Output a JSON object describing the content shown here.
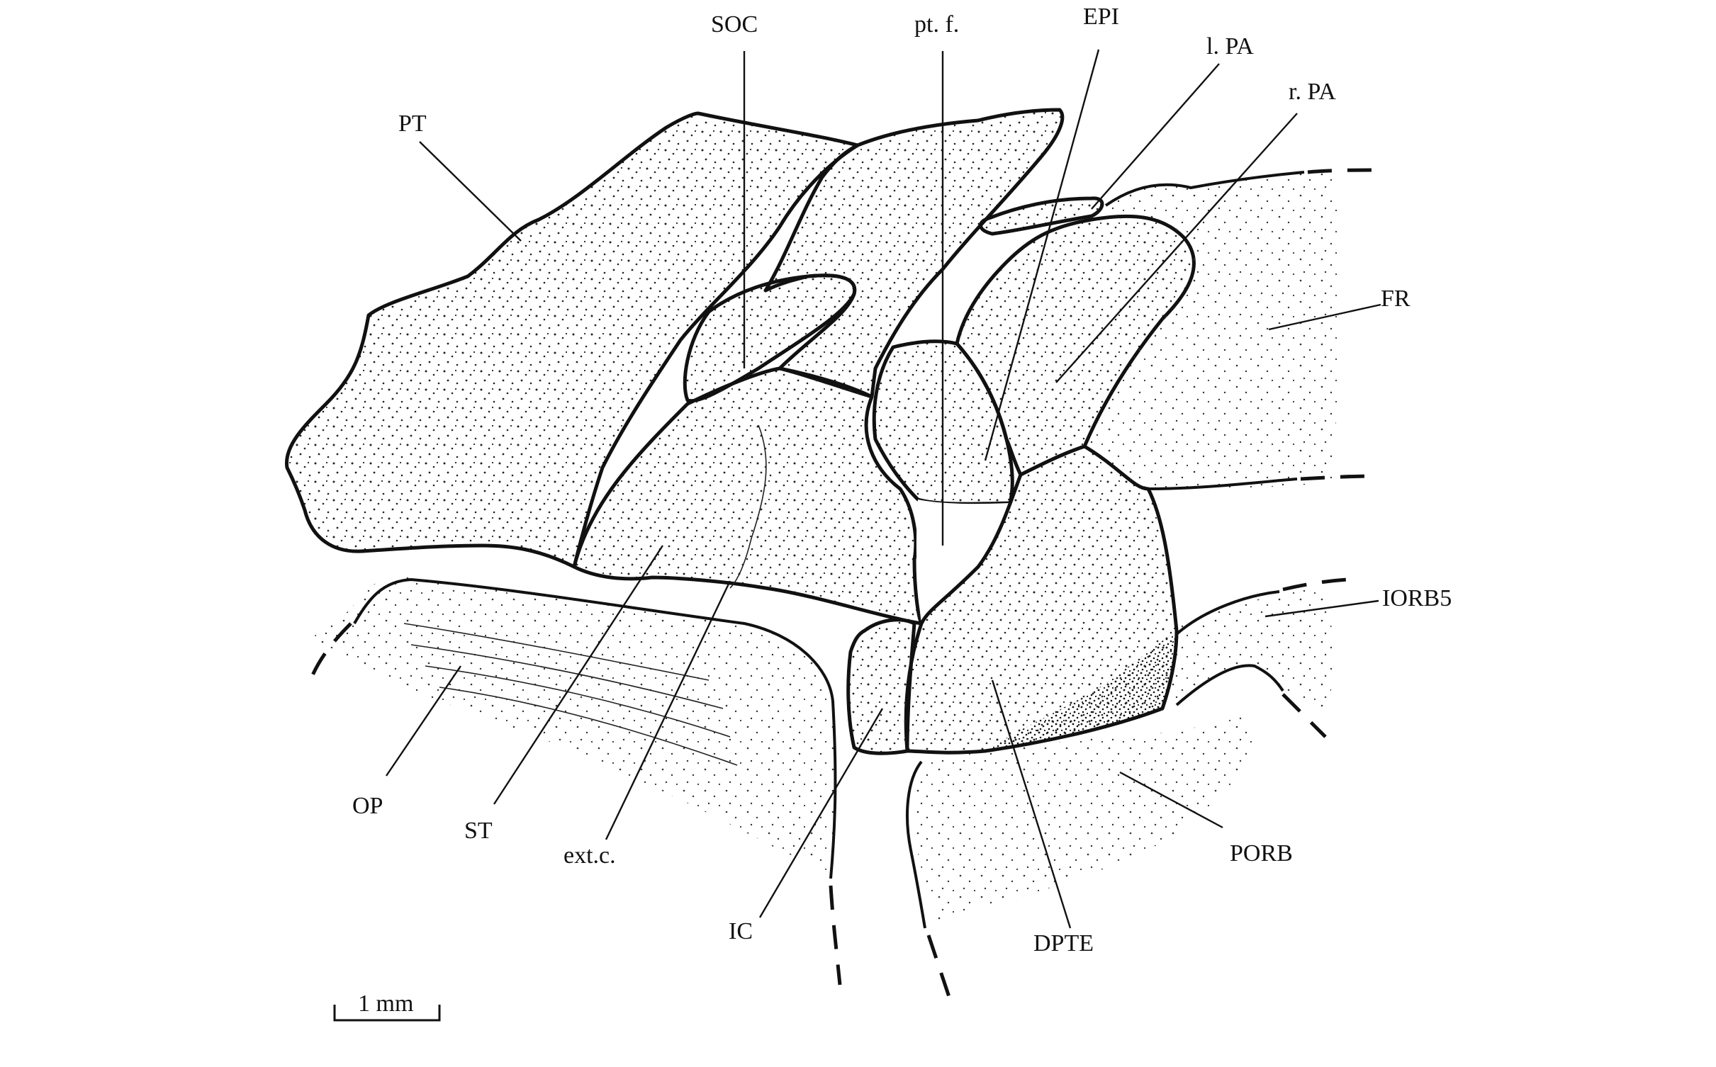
{
  "labels": {
    "pt": "PT",
    "soc": "SOC",
    "ptf": "pt. f.",
    "epi": "EPI",
    "lpa": "l. PA",
    "rpa": "r. PA",
    "fr": "FR",
    "iorb5": "IORB5",
    "porb": "PORB",
    "dpte": "DPTE",
    "ic": "IC",
    "extc": "ext.c.",
    "st": "ST",
    "op": "OP"
  },
  "scale_bar": {
    "label": "1 mm"
  }
}
